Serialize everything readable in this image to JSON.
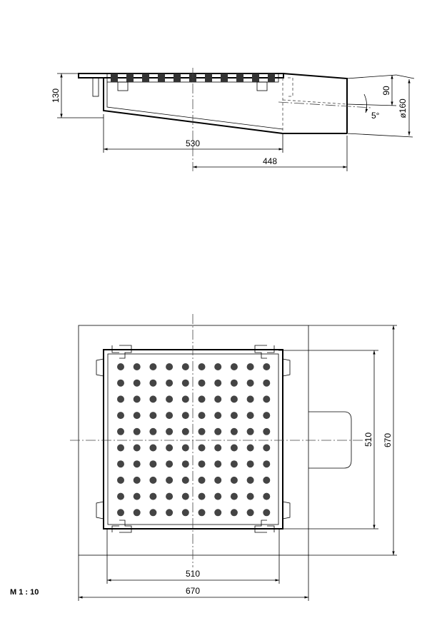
{
  "side_view": {
    "dim_height": "130",
    "dim_outlet_height": "90",
    "dim_outlet_diameter": "ø160",
    "dim_angle": "5°",
    "dim_length_main": "530",
    "dim_length_outlet": "448"
  },
  "top_view": {
    "dim_inner_width": "510",
    "dim_outer_width": "670",
    "dim_inner_height": "510",
    "dim_outer_height": "670",
    "grate_holes": {
      "rows": 10,
      "cols": 10
    }
  },
  "scale_label": "M  1 : 10"
}
